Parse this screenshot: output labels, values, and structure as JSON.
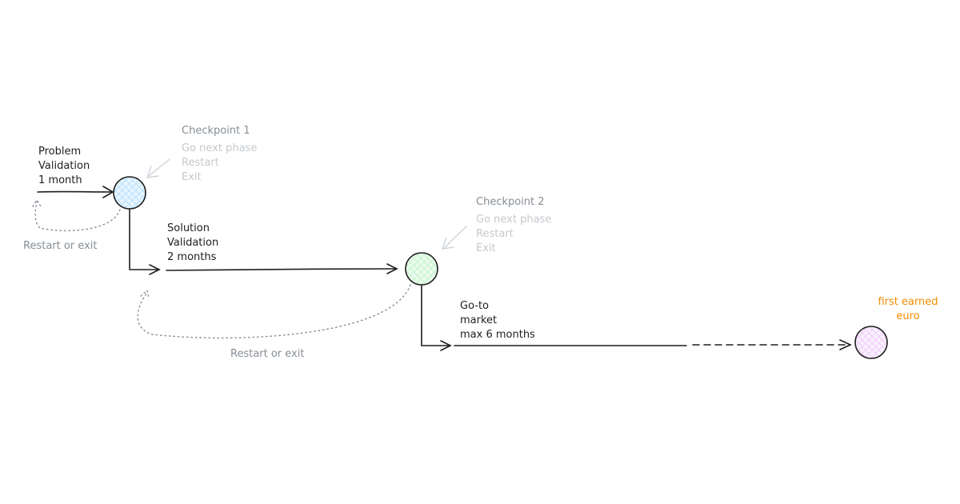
{
  "phases": {
    "problem": [
      "Problem",
      "Validation",
      "1 month"
    ],
    "solution": [
      "Solution",
      "Validation",
      "2 months"
    ],
    "gtm": [
      "Go-to",
      "market",
      "max 6 months"
    ]
  },
  "checkpoints": [
    {
      "title": "Checkpoint 1",
      "options": [
        "Go next phase",
        "Restart",
        "Exit"
      ]
    },
    {
      "title": "Checkpoint 2",
      "options": [
        "Go next phase",
        "Restart",
        "Exit"
      ]
    }
  ],
  "loops": [
    "Restart or exit",
    "Restart or exit"
  ],
  "goal": [
    "first earned",
    "euro"
  ],
  "colors": {
    "stroke": "#1e1e1e",
    "circle1_fill": "#a5d8ff",
    "circle2_fill": "#b2f2bb",
    "circle3_fill": "#eebefa",
    "muted": "#868e96",
    "faint": "#ced4da",
    "accent": "#f08c00"
  }
}
